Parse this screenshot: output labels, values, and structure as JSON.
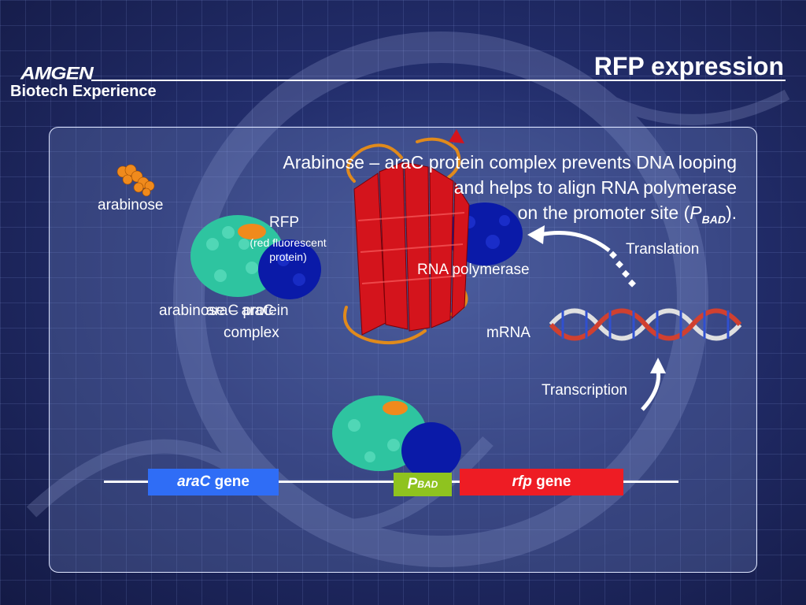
{
  "header": {
    "logo": "AMGEN",
    "subtitle": "Biotech Experience",
    "title": "RFP expression"
  },
  "description": {
    "line1": "Arabinose – araC protein complex prevents DNA looping",
    "line2": "and helps to align RNA polymerase",
    "line3_prefix": "on the promoter site (",
    "line3_p": "P",
    "line3_sub": "BAD",
    "line3_suffix": ")."
  },
  "labels": {
    "arabinose": "arabinose",
    "rfp": "RFP",
    "rfp_full_line1": "(red fluorescent",
    "rfp_full_line2": "protein)",
    "arac_protein": "araC protein",
    "complex_line1": "arabinose – araC",
    "complex_line2": "complex",
    "rna_polymerase": "RNA polymerase",
    "translation": "Translation",
    "mrna": "mRNA",
    "transcription": "Transcription"
  },
  "genes": {
    "arac_italic": "araC",
    "arac_rest": " gene",
    "pbad_p": "P",
    "pbad_sub": "BAD",
    "rfp_italic": "rfp",
    "rfp_rest": " gene"
  },
  "colors": {
    "arac_gene": "#2f6df6",
    "pbad": "#8fc31f",
    "rfp_gene": "#ee1c24",
    "arac_protein": "#2ec4a0",
    "polymerase": "#0a1aa8",
    "arabinose": "#f08a1c",
    "rfp_protein": "#e0141c"
  }
}
